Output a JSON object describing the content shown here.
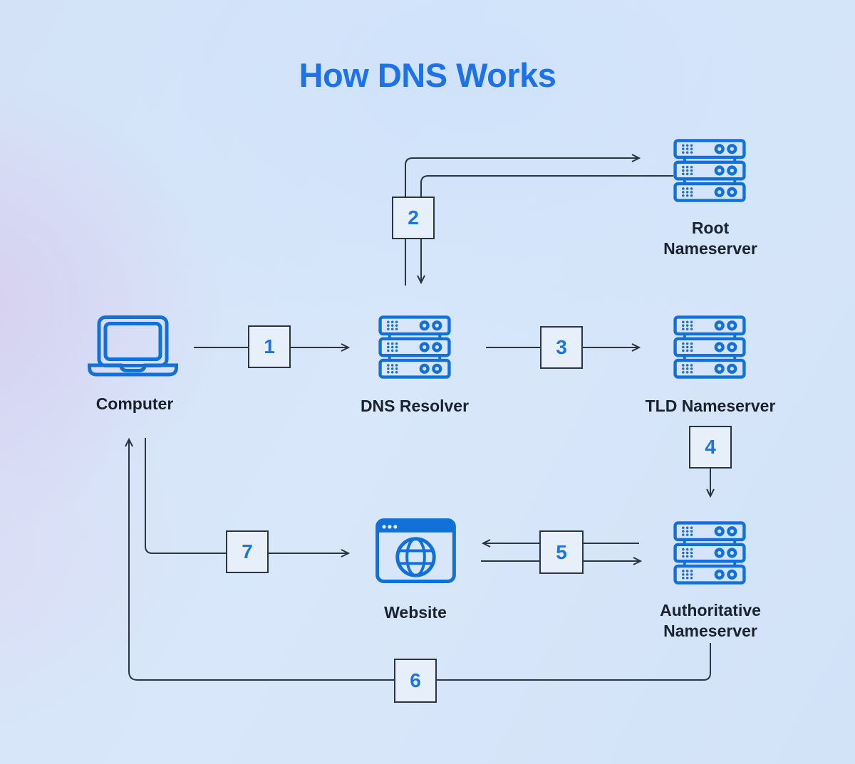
{
  "title": "How DNS Works",
  "nodes": {
    "computer": {
      "label": "Computer",
      "icon": "laptop-icon"
    },
    "dns_resolver": {
      "label": "DNS Resolver",
      "icon": "server-icon"
    },
    "root_nameserver": {
      "label": "Root Nameserver",
      "icon": "server-icon"
    },
    "tld_nameserver": {
      "label": "TLD Nameserver",
      "icon": "server-icon"
    },
    "authoritative": {
      "label": "Authoritative Nameserver",
      "icon": "server-icon"
    },
    "website": {
      "label": "Website",
      "icon": "browser-globe-icon"
    }
  },
  "steps": {
    "1": {
      "number": "1",
      "from": "Computer",
      "to": "DNS Resolver"
    },
    "2": {
      "number": "2",
      "from": "DNS Resolver",
      "to": "Root Nameserver"
    },
    "3": {
      "number": "3",
      "from": "DNS Resolver",
      "to": "TLD Nameserver"
    },
    "4": {
      "number": "4",
      "from": "TLD Nameserver",
      "to": "Authoritative Nameserver"
    },
    "5": {
      "number": "5",
      "from": "Website",
      "to": "Authoritative Nameserver"
    },
    "6": {
      "number": "6",
      "from": "Authoritative Nameserver",
      "to": "Computer"
    },
    "7": {
      "number": "7",
      "from": "Computer",
      "to": "Website"
    }
  },
  "colors": {
    "title_blue": "#1e72e8",
    "icon_blue": "#1270d9",
    "number_blue": "#1b74e0",
    "line_dark": "#2b3441",
    "label_dark": "#1a222e",
    "background_blue": "#d7e5f9",
    "background_lavender": "#d8cdee"
  }
}
